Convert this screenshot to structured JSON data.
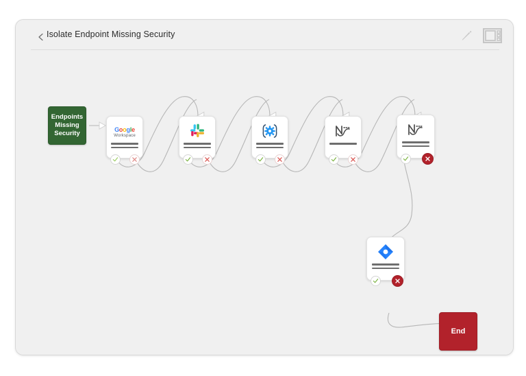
{
  "header": {
    "back_icon": "chevron-left-icon",
    "title": "Isolate Endpoint Missing Security",
    "tools": [
      {
        "name": "pencil-icon",
        "label": "Edit"
      },
      {
        "name": "layout-panel-icon",
        "label": "Layout"
      }
    ]
  },
  "workflow": {
    "start_node": {
      "label": "Endpoints Missing Security",
      "line1": "Endpoints",
      "line2": "Missing",
      "line3": "Security",
      "color": "#336633"
    },
    "end_node": {
      "label": "End",
      "color": "#b2222b"
    },
    "nodes": [
      {
        "id": "google-workspace",
        "icon": "google-workspace-icon",
        "label": "Google Workspace",
        "bars": 2,
        "success_badge": "check-icon",
        "failure_badge": "x-icon",
        "failure_highlighted": false
      },
      {
        "id": "slack",
        "icon": "slack-icon",
        "label": "Slack",
        "bars": 2,
        "success_badge": "check-icon",
        "failure_badge": "x-icon",
        "failure_highlighted": false
      },
      {
        "id": "script",
        "icon": "code-gear-icon",
        "label": "Script",
        "bars": 2,
        "success_badge": "check-icon",
        "failure_badge": "x-icon",
        "failure_highlighted": false
      },
      {
        "id": "netskope-1",
        "icon": "chart-curve-icon",
        "label": "Netskope",
        "bars": 1,
        "success_badge": "check-icon",
        "failure_badge": "x-icon",
        "failure_highlighted": false
      },
      {
        "id": "netskope-2",
        "icon": "chart-curve-icon",
        "label": "Netskope",
        "bars": 2,
        "success_badge": "check-icon",
        "failure_badge": "x-icon",
        "failure_highlighted": true
      },
      {
        "id": "jira",
        "icon": "jira-diamond-icon",
        "label": "Jira",
        "bars": 2,
        "success_badge": "check-icon",
        "failure_badge": "x-icon",
        "failure_highlighted": true
      }
    ],
    "google_wordmark": {
      "g1": "G",
      "o1": "o",
      "o2": "o",
      "g2": "g",
      "l": "l",
      "e": "e",
      "sub": "Workspace"
    }
  },
  "colors": {
    "canvas": "#f0f0f0",
    "start": "#336633",
    "end": "#b2222b",
    "edge": "#b6b6b6",
    "check": "#7cb342",
    "cross": "#d9534f"
  }
}
